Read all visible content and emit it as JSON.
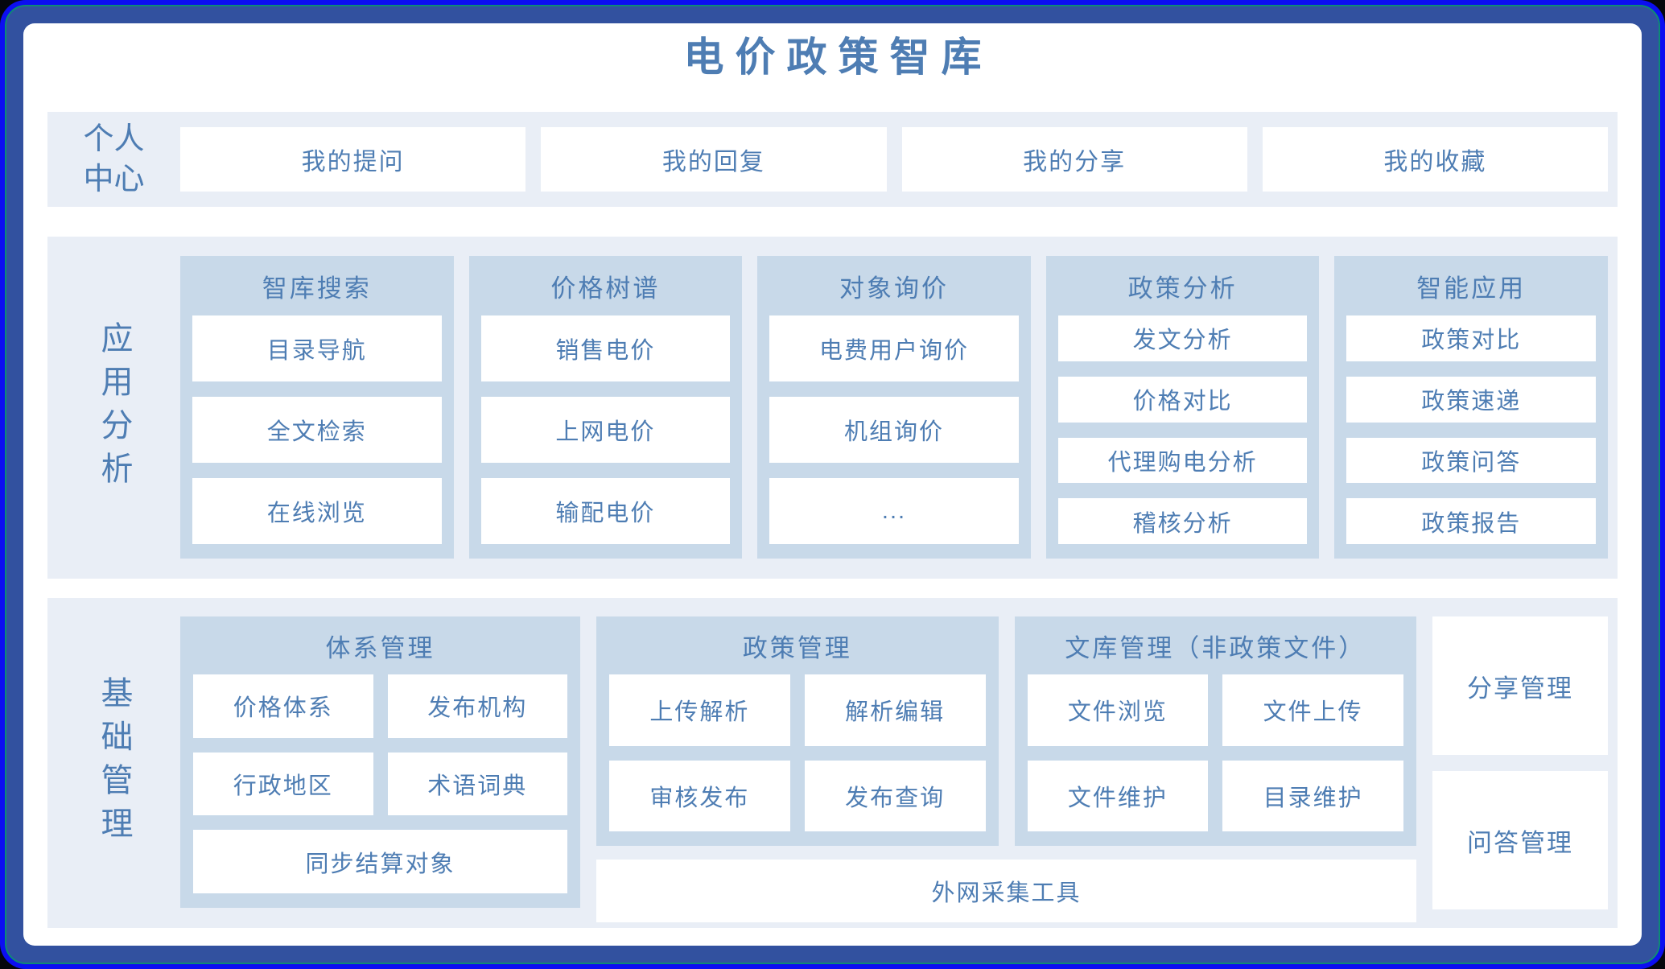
{
  "title": "电价政策智库",
  "colors": {
    "frame_outer_blue": "#0c0ef1",
    "frame_teal_line": "#0e8a76",
    "frame_navy": "#32519f",
    "strip_bg": "#e9eef6",
    "panel_bg": "#c8d9e9",
    "box_bg": "#ffffff",
    "text_blue": "#4e7db3"
  },
  "personal_center": {
    "label": "个人中心",
    "label_lines": [
      "个人",
      "中心"
    ],
    "items": [
      "我的提问",
      "我的回复",
      "我的分享",
      "我的收藏"
    ]
  },
  "application_analysis": {
    "label": "应用分析",
    "columns": [
      {
        "header": "智库搜索",
        "items": [
          "目录导航",
          "全文检索",
          "在线浏览"
        ]
      },
      {
        "header": "价格树谱",
        "items": [
          "销售电价",
          "上网电价",
          "输配电价"
        ]
      },
      {
        "header": "对象询价",
        "items": [
          "电费用户询价",
          "机组询价",
          "..."
        ]
      },
      {
        "header": "政策分析",
        "items": [
          "发文分析",
          "价格对比",
          "代理购电分析",
          "稽核分析"
        ]
      },
      {
        "header": "智能应用",
        "items": [
          "政策对比",
          "政策速递",
          "政策问答",
          "政策报告"
        ]
      }
    ]
  },
  "basic_management": {
    "label": "基础管理",
    "panels": [
      {
        "header": "体系管理",
        "items": [
          "价格体系",
          "发布机构",
          "行政地区",
          "术语词典"
        ],
        "wide_item": "同步结算对象"
      },
      {
        "header": "政策管理",
        "items": [
          "上传解析",
          "解析编辑",
          "审核发布",
          "发布查询"
        ]
      },
      {
        "header": "文库管理（非政策文件）",
        "items": [
          "文件浏览",
          "文件上传",
          "文件维护",
          "目录维护"
        ]
      }
    ],
    "bottom_tool": "外网采集工具",
    "share_box": "分享管理",
    "qa_box": "问答管理"
  }
}
